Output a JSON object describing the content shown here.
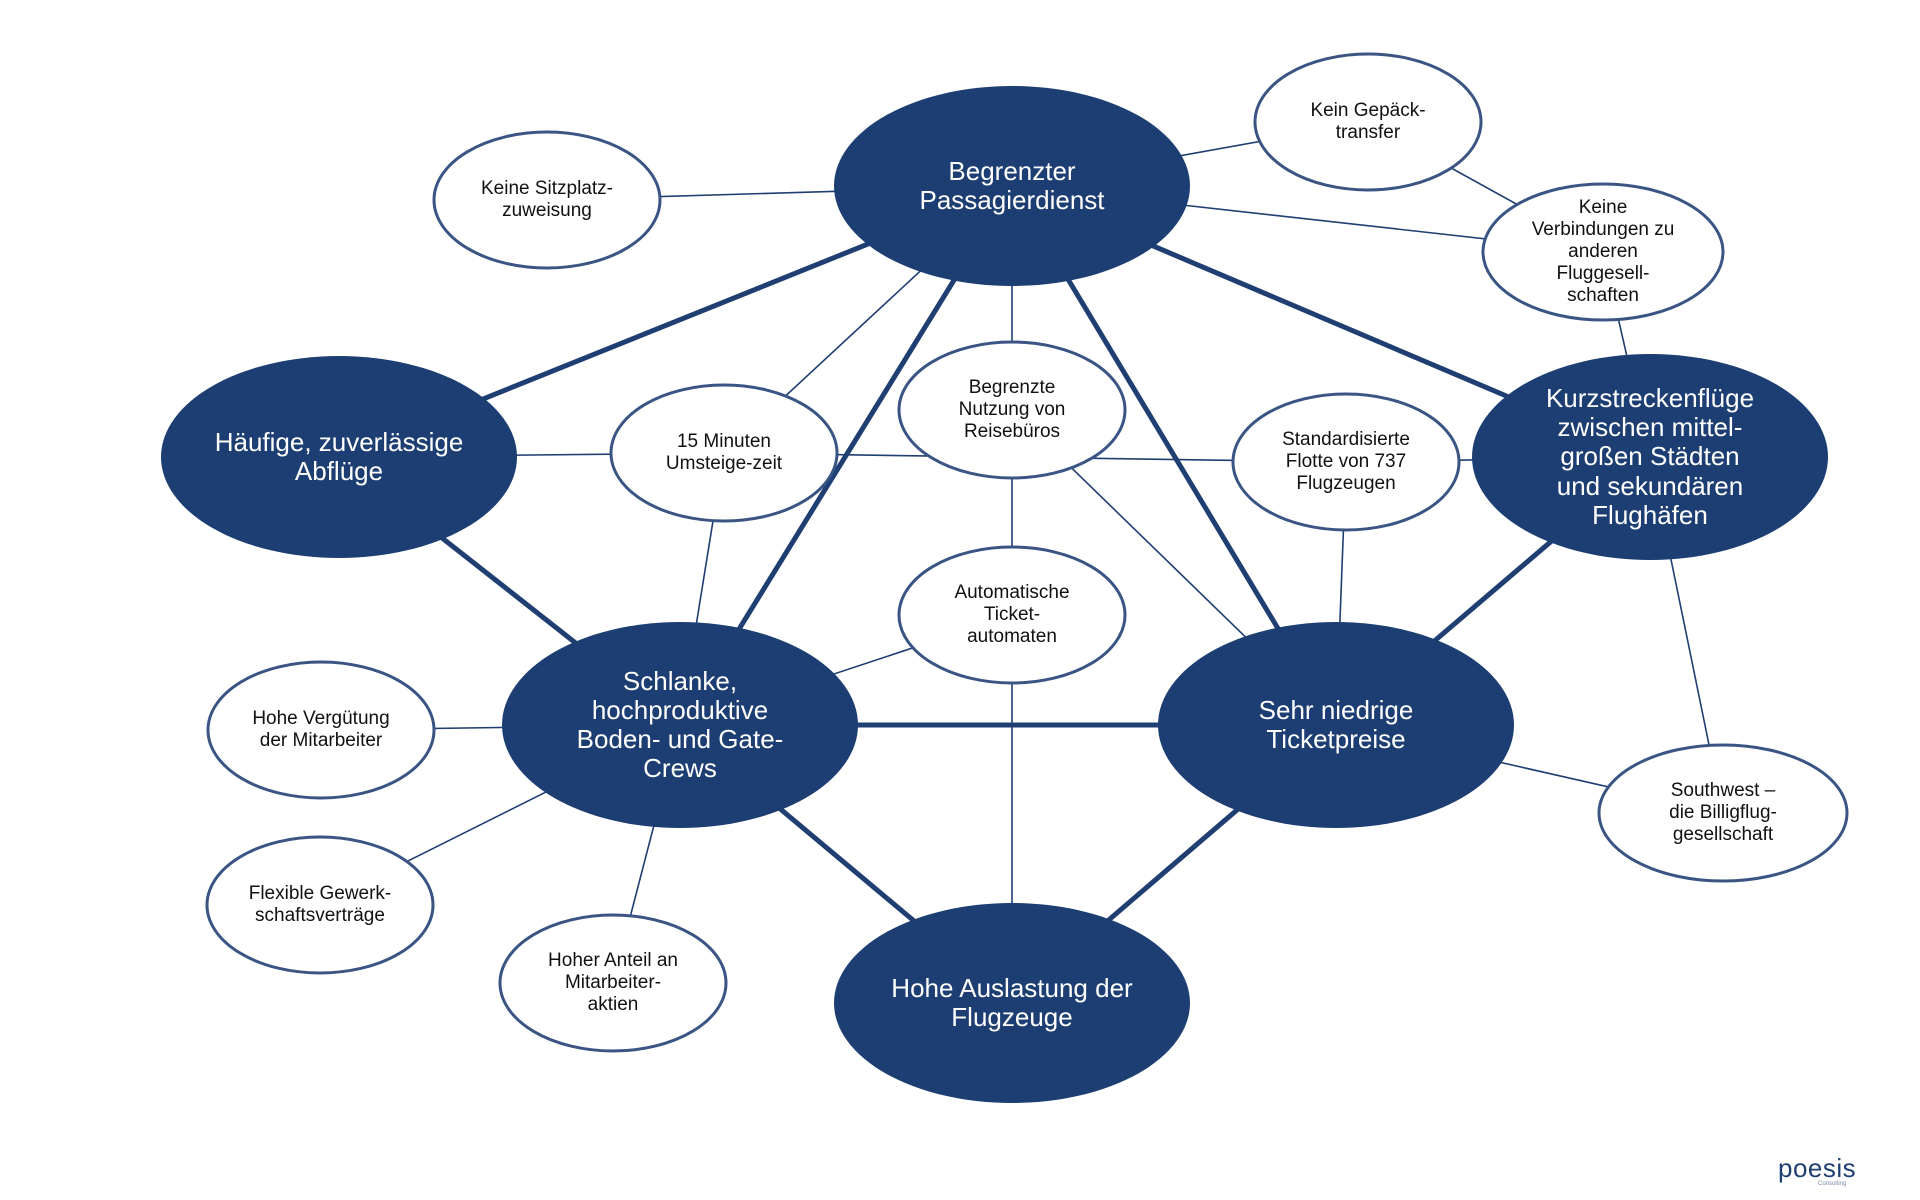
{
  "colors": {
    "major_fill": "#1d3e72",
    "minor_stroke": "#3a5583",
    "edge": "#1f3e72"
  },
  "nodes": {
    "passagierdienst": {
      "type": "major",
      "label": "Begrenzter\nPassagierdienst"
    },
    "abfluege": {
      "type": "major",
      "label": "Häufige, zuverlässige\nAbflüge"
    },
    "kurzstrecke": {
      "type": "major",
      "label": "Kurzstreckenflüge\nzwischen mittel-\ngroßen Städten\nund sekundären\nFlughäfen"
    },
    "crews": {
      "type": "major",
      "label": "Schlanke,\nhochproduktive\nBoden- und Gate-\nCrews"
    },
    "ticketpreise": {
      "type": "major",
      "label": "Sehr niedrige\nTicketpreise"
    },
    "auslastung": {
      "type": "major",
      "label": "Hohe Auslastung der\nFlugzeuge"
    },
    "sitzplatz": {
      "type": "minor",
      "label": "Keine Sitzplatz-\nzuweisung"
    },
    "gepaeck": {
      "type": "minor",
      "label": "Kein Gepäck-\ntransfer"
    },
    "verbindungen": {
      "type": "minor",
      "label": "Keine\nVerbindungen zu\nanderen\nFluggesell-\nschaften"
    },
    "umsteige": {
      "type": "minor",
      "label": "15 Minuten\nUmsteige-zeit"
    },
    "reisebueros": {
      "type": "minor",
      "label": "Begrenzte\nNutzung von\nReisebüros"
    },
    "flotte": {
      "type": "minor",
      "label": "Standardisierte\nFlotte von 737\nFlugzeugen"
    },
    "automaten": {
      "type": "minor",
      "label": "Automatische\nTicket-\nautomaten"
    },
    "verguetung": {
      "type": "minor",
      "label": "Hohe Vergütung\nder Mitarbeiter"
    },
    "gewerkschaft": {
      "type": "minor",
      "label": "Flexible Gewerk-\nschaftsverträge"
    },
    "aktien": {
      "type": "minor",
      "label": "Hoher Anteil an\nMitarbeiter-\naktien"
    },
    "southwest": {
      "type": "minor",
      "label": "Southwest –\ndie Billigflug-\ngesellschaft"
    }
  },
  "edges": [
    {
      "from": "passagierdienst",
      "to": "abfluege",
      "strength": "strong"
    },
    {
      "from": "passagierdienst",
      "to": "kurzstrecke",
      "strength": "strong"
    },
    {
      "from": "passagierdienst",
      "to": "crews",
      "strength": "strong"
    },
    {
      "from": "passagierdienst",
      "to": "ticketpreise",
      "strength": "strong"
    },
    {
      "from": "abfluege",
      "to": "crews",
      "strength": "strong"
    },
    {
      "from": "kurzstrecke",
      "to": "ticketpreise",
      "strength": "strong"
    },
    {
      "from": "crews",
      "to": "ticketpreise",
      "strength": "strong"
    },
    {
      "from": "crews",
      "to": "auslastung",
      "strength": "strong"
    },
    {
      "from": "ticketpreise",
      "to": "auslastung",
      "strength": "strong"
    },
    {
      "from": "passagierdienst",
      "to": "sitzplatz",
      "strength": "weak"
    },
    {
      "from": "passagierdienst",
      "to": "gepaeck",
      "strength": "weak"
    },
    {
      "from": "passagierdienst",
      "to": "verbindungen",
      "strength": "weak"
    },
    {
      "from": "passagierdienst",
      "to": "umsteige",
      "strength": "weak"
    },
    {
      "from": "passagierdienst",
      "to": "reisebueros",
      "strength": "weak"
    },
    {
      "from": "gepaeck",
      "to": "verbindungen",
      "strength": "weak"
    },
    {
      "from": "verbindungen",
      "to": "kurzstrecke",
      "strength": "weak"
    },
    {
      "from": "abfluege",
      "to": "umsteige",
      "strength": "weak"
    },
    {
      "from": "umsteige",
      "to": "crews",
      "strength": "weak"
    },
    {
      "from": "umsteige",
      "to": "flotte",
      "strength": "weak"
    },
    {
      "from": "reisebueros",
      "to": "automaten",
      "strength": "weak"
    },
    {
      "from": "reisebueros",
      "to": "ticketpreise",
      "strength": "weak"
    },
    {
      "from": "flotte",
      "to": "kurzstrecke",
      "strength": "weak"
    },
    {
      "from": "flotte",
      "to": "ticketpreise",
      "strength": "weak"
    },
    {
      "from": "automaten",
      "to": "crews",
      "strength": "weak"
    },
    {
      "from": "automaten",
      "to": "auslastung",
      "strength": "weak"
    },
    {
      "from": "crews",
      "to": "verguetung",
      "strength": "weak"
    },
    {
      "from": "crews",
      "to": "gewerkschaft",
      "strength": "weak"
    },
    {
      "from": "crews",
      "to": "aktien",
      "strength": "weak"
    },
    {
      "from": "kurzstrecke",
      "to": "southwest",
      "strength": "weak"
    },
    {
      "from": "ticketpreise",
      "to": "southwest",
      "strength": "weak"
    }
  ],
  "logo": {
    "name": "poesis",
    "sub": "Consulting"
  }
}
